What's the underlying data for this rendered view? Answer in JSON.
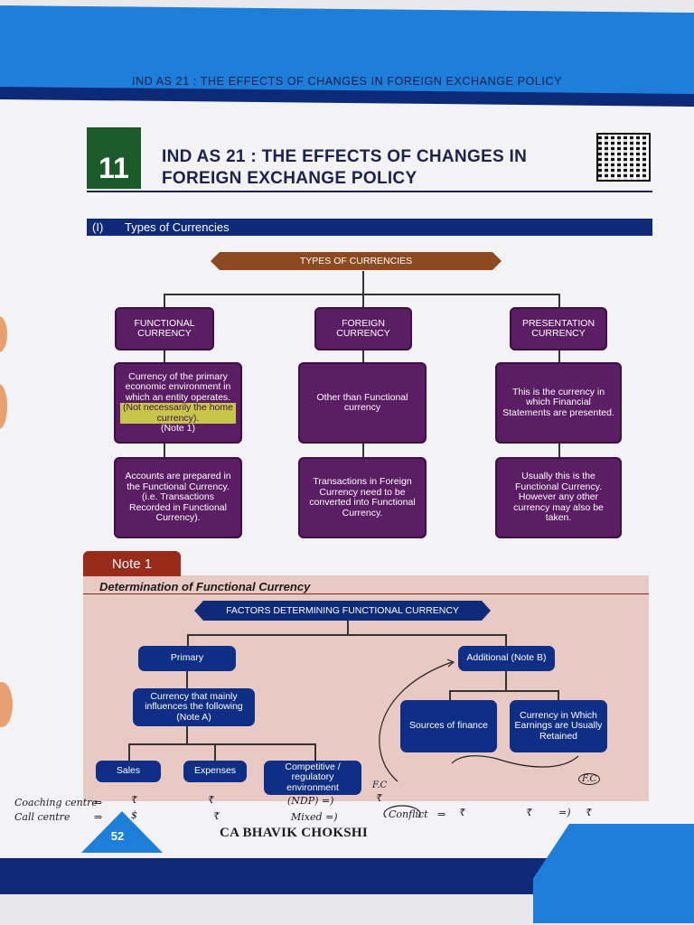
{
  "running_head": "IND AS 21 : THE EFFECTS OF CHANGES IN FOREIGN EXCHANGE POLICY",
  "chapter": {
    "number": "11",
    "title_line1": "IND AS 21 : THE EFFECTS OF CHANGES IN",
    "title_line2": "FOREIGN EXCHANGE POLICY"
  },
  "section": {
    "number": "(I)",
    "title": "Types of Currencies"
  },
  "types_chart": {
    "root": "TYPES OF CURRENCIES",
    "columns": [
      {
        "heading": "FUNCTIONAL CURRENCY",
        "box1": "Currency of the primary economic environment in which an entity operates.",
        "box1_highlight": "(Not necessarily the home currency).",
        "box1_note": "(Note 1)",
        "box2": "Accounts are prepared in the Functional Currency. (i.e. Transactions Recorded in Functional Currency)."
      },
      {
        "heading": "FOREIGN CURRENCY",
        "box1": "Other than Functional currency",
        "box2": "Transactions in Foreign Currency need to be converted into Functional Currency."
      },
      {
        "heading": "PRESENTATION CURRENCY",
        "box1": "This is the currency in which Financial Statements are presented.",
        "box2": "Usually this is the Functional Currency. However any other currency may also be taken."
      }
    ]
  },
  "note": {
    "tab": "Note 1",
    "heading": "Determination of Functional Currency",
    "root": "FACTORS DETERMINING FUNCTIONAL CURRENCY",
    "primary": "Primary",
    "primary_child": "Currency that mainly influences the following (Note A)",
    "primary_leaves": [
      "Sales",
      "Expenses",
      "Competitive / regulatory environment"
    ],
    "additional": "Additional (Note B)",
    "additional_leaves": [
      "Sources of finance",
      "Currency in Which Earnings are Usually Retained"
    ]
  },
  "handwriting": {
    "coaching": "Coaching centre",
    "callcentre": "Call centre",
    "rupee": "₹",
    "dollar": "$",
    "ndp": "(NDP) =)",
    "mixed": "Mixed =)",
    "conflict": "Conflict",
    "fc1": "F.C",
    "fc2": "F.C",
    "arrow": "⇒",
    "arrow_small": "=)"
  },
  "footer": {
    "page": "52",
    "author": "CA BHAVIK CHOKSHI"
  },
  "colors": {
    "banner": "#1d7fd9",
    "navy": "#0f2a78",
    "purple": "#5b1d63",
    "note_bg": "#e9c9c4",
    "brown": "#8d4a20"
  }
}
